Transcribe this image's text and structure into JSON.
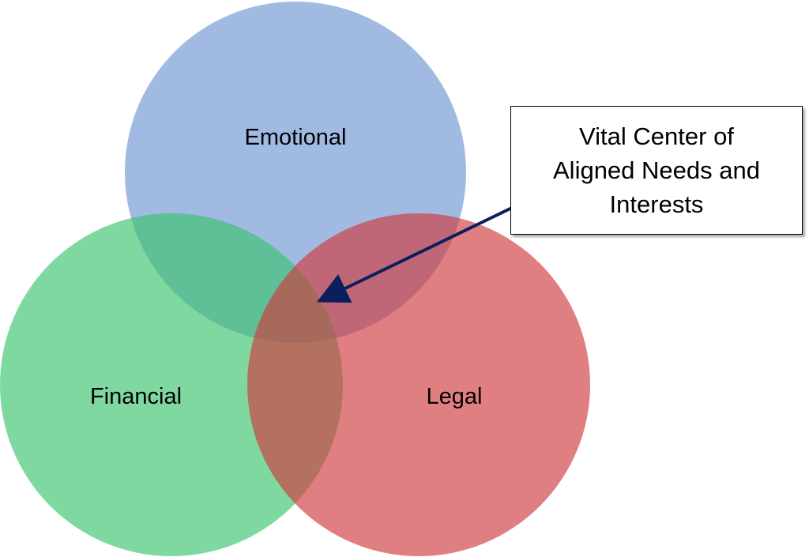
{
  "diagram": {
    "type": "venn",
    "circles": [
      {
        "id": "emotional",
        "label": "Emotional",
        "color": "#6f95d3",
        "opacity": 0.65
      },
      {
        "id": "financial",
        "label": "Financial",
        "color": "#3cc36e",
        "opacity": 0.65
      },
      {
        "id": "legal",
        "label": "Legal",
        "color": "#d03b3d",
        "opacity": 0.65
      }
    ],
    "callout": {
      "lines": [
        "Vital Center of",
        "Aligned Needs and",
        "Interests"
      ],
      "arrow_color": "#0b1f5c"
    }
  }
}
